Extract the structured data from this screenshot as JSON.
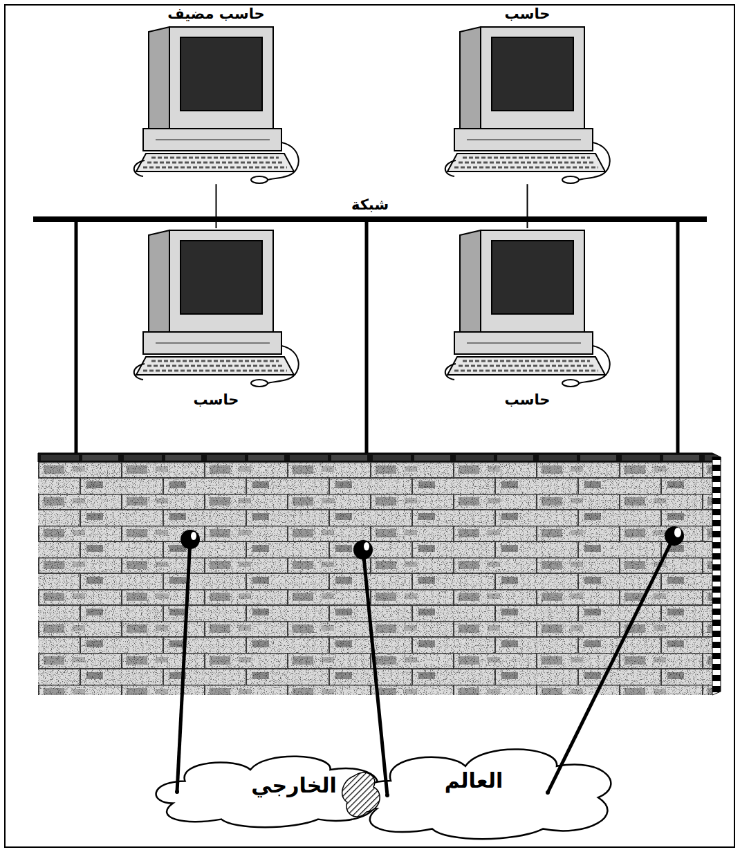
{
  "diagram": {
    "nodes": [
      {
        "text": [
          "حاسب مضيف"
        ]
      },
      {
        "text": [
          "حاسب"
        ]
      },
      {
        "text": [
          "شبكة"
        ]
      },
      {
        "text": [
          "حاسب"
        ]
      },
      {
        "text": [
          "حاسب"
        ]
      },
      {
        "text": [
          "الخارجي"
        ]
      },
      {
        "text": [
          "العالم"
        ]
      }
    ],
    "edges": [
      {
        "from": 0,
        "to": 2,
        "arrow": "none"
      },
      {
        "from": 1,
        "to": 2,
        "arrow": "none"
      },
      {
        "from": 3,
        "to": 2,
        "arrow": "none"
      },
      {
        "from": 4,
        "to": 2,
        "arrow": "none"
      }
    ]
  }
}
